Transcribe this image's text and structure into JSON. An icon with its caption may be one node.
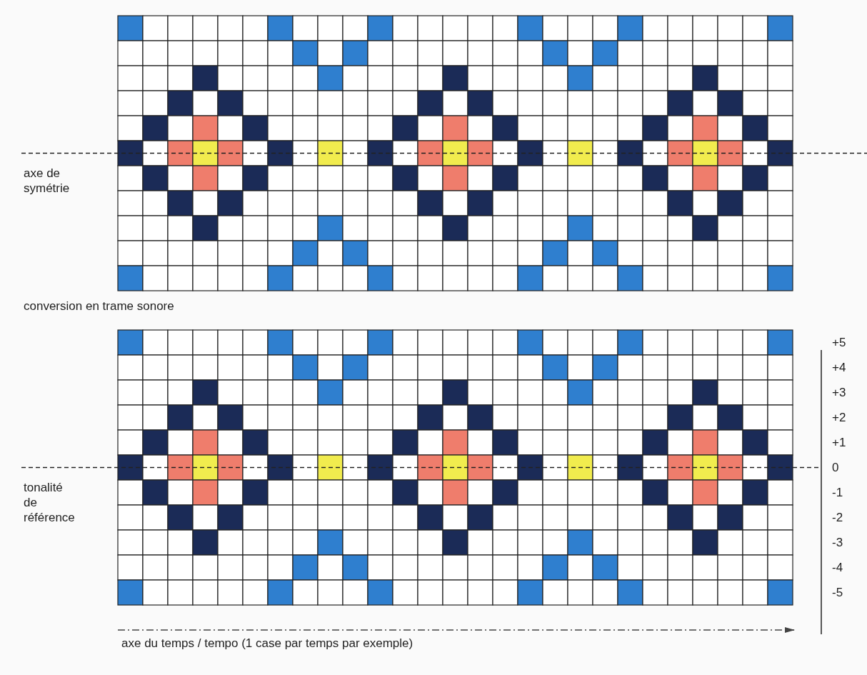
{
  "diagram": {
    "labels": [
      "axe de symétrie",
      "conversion en trame sonore",
      "+5",
      "+4",
      "+3",
      "+2",
      "+1",
      "0",
      "tonalité de référence",
      "-1",
      "-2",
      "-3",
      "-4",
      "-5",
      "axe du temps / tempo (1 case par temps par exemple)"
    ]
  }
}
